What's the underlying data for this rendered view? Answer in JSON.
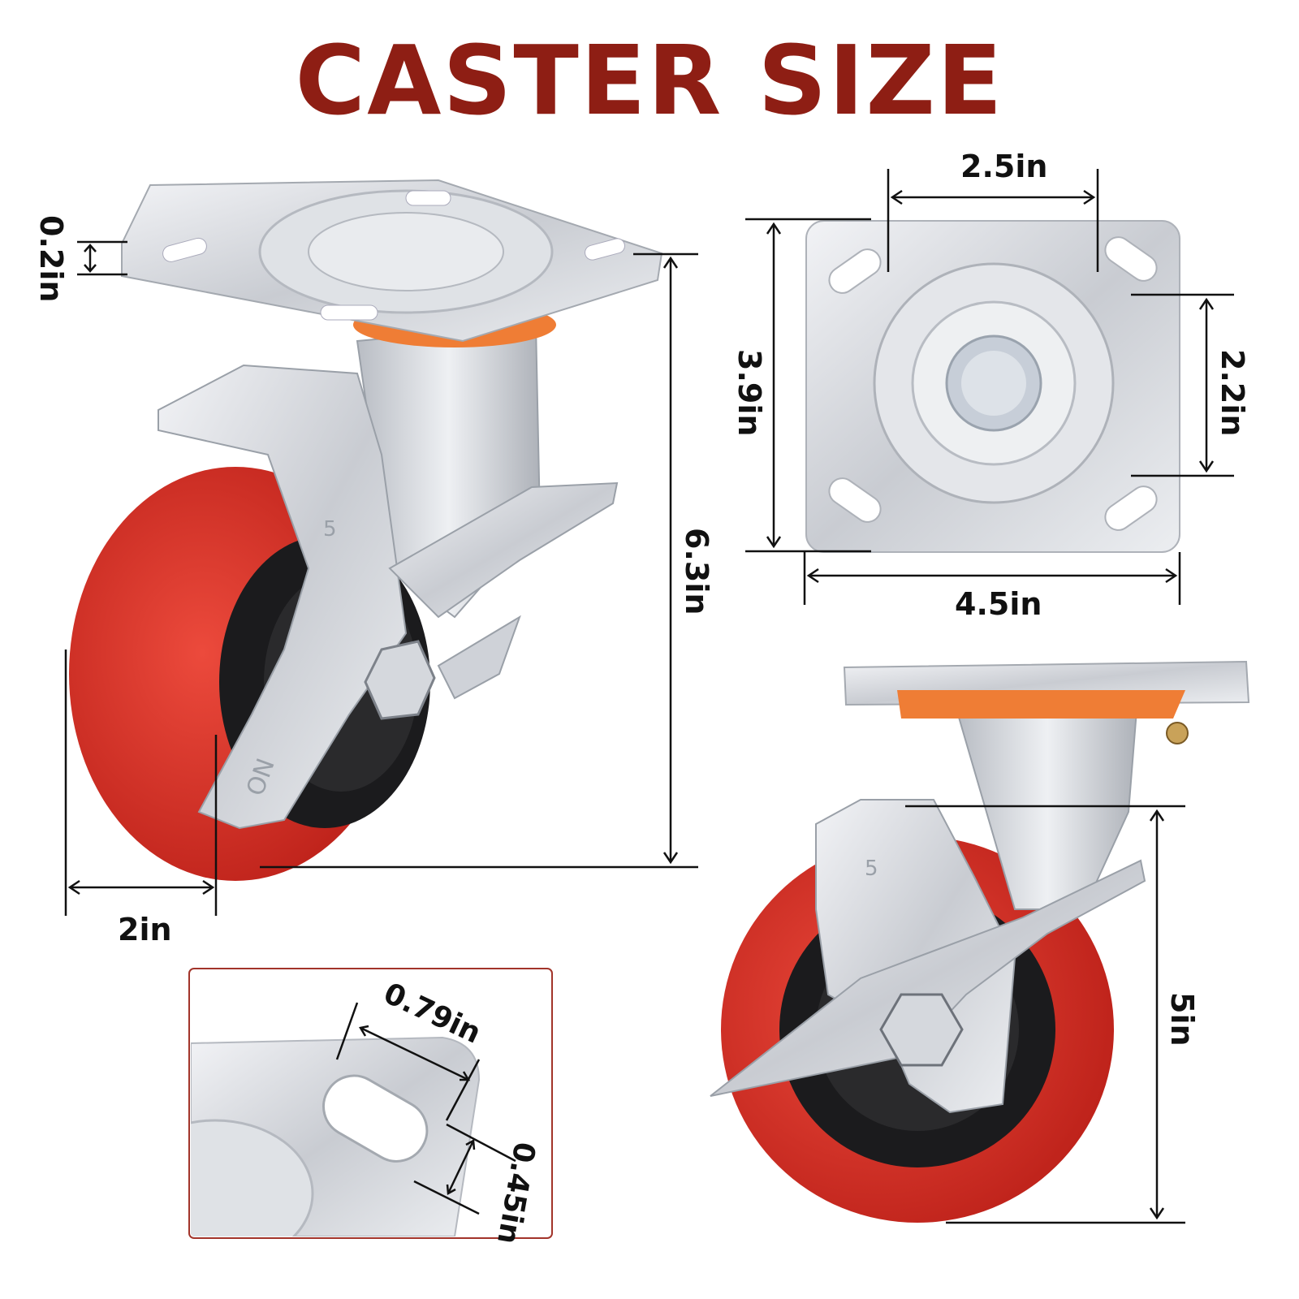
{
  "title": "CASTER SIZE",
  "colors": {
    "title": "#8e1e14",
    "wheel": "#d42a22",
    "plate": "#d8dbe0",
    "pad": "#ef7d35"
  },
  "dimensions": {
    "plate_thickness": "0.2in",
    "overall_height": "6.3in",
    "wheel_width": "2in",
    "bolt_spacing_width": "2.5in",
    "plate_length": "3.9in",
    "bolt_spacing_length": "2.2in",
    "plate_width": "4.5in",
    "wheel_diameter": "5in",
    "slot_length": "0.79in",
    "slot_width": "0.45in"
  },
  "wheel_marks": {
    "brake_on": "ON",
    "size_mark": "5"
  }
}
